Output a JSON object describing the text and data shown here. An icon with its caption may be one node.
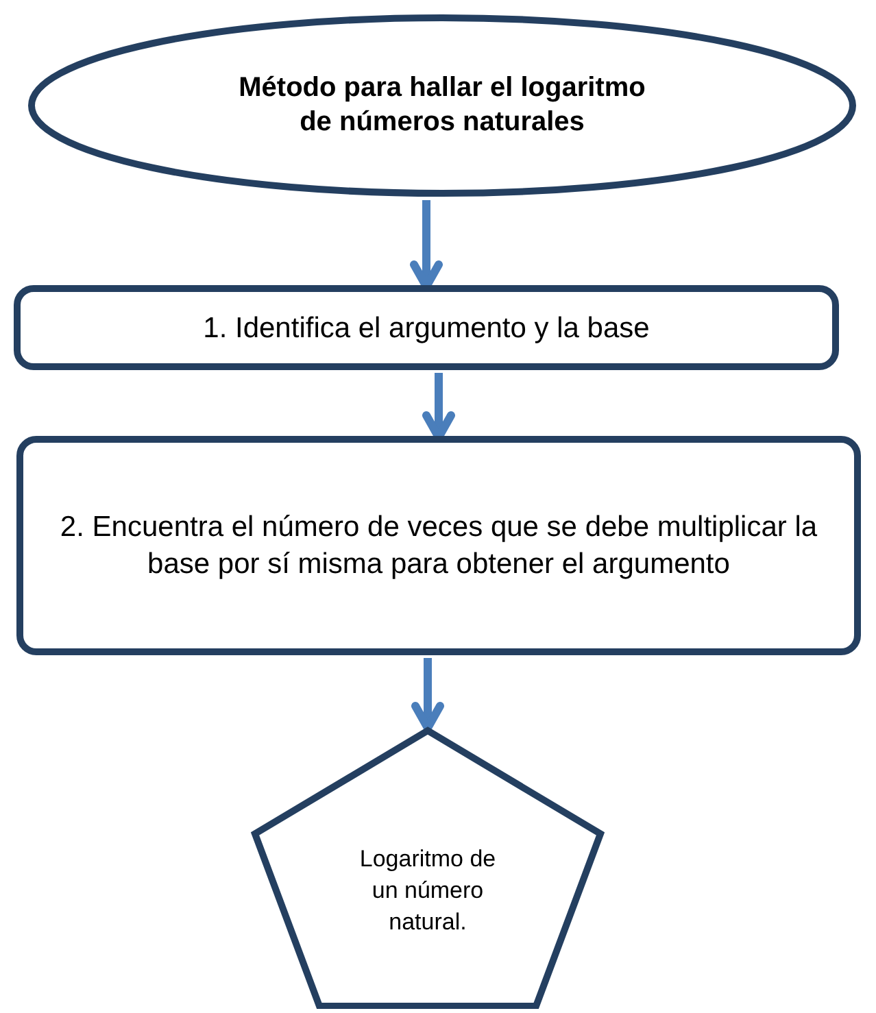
{
  "diagram": {
    "nodes": [
      {
        "text": [
          "Método para hallar el logaritmo de números naturales"
        ]
      },
      {
        "text": [
          "1. Identifica el argumento y la base"
        ]
      },
      {
        "text": [
          "2. Encuentra el número de veces que se debe multiplicar la base por sí misma para obtener el argumento"
        ]
      },
      {
        "text": [
          "Logaritmo de un número natural."
        ]
      }
    ],
    "edges": [
      {
        "from": 0,
        "to": 1,
        "arrow": "to"
      },
      {
        "from": 1,
        "to": 2,
        "arrow": "to"
      },
      {
        "from": 2,
        "to": 3,
        "arrow": "to"
      }
    ]
  }
}
